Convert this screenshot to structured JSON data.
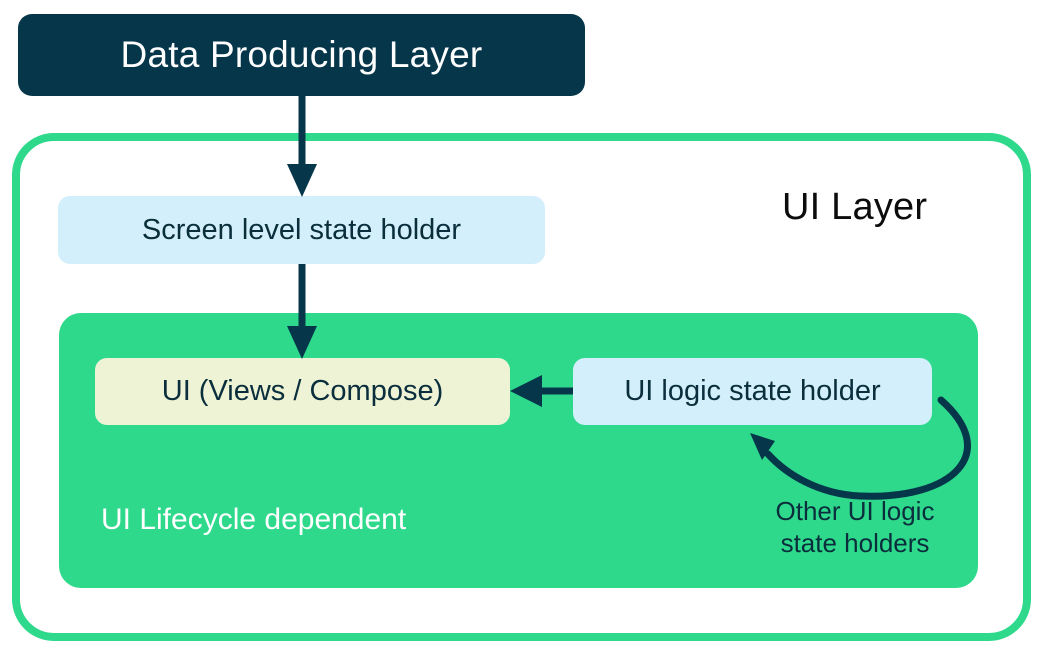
{
  "diagram": {
    "title": "Android UI Layer architecture",
    "colors": {
      "dark_navy": "#06364A",
      "green": "#2ED98C",
      "light_blue": "#D3EFFB",
      "cream": "#EEF3D6",
      "text_navy": "#0A2E3C",
      "white": "#FFFFFF",
      "background": "#FFFFFF"
    },
    "nodes": {
      "data_producing_layer": "Data Producing Layer",
      "ui_layer_title": "UI Layer",
      "screen_level_state_holder": "Screen level state holder",
      "ui_lifecycle_dependent": "UI Lifecycle dependent",
      "ui_views_compose": "UI (Views / Compose)",
      "ui_logic_state_holder": "UI logic state holder",
      "other_ui_logic_state_holders": "Other UI logic\nstate holders"
    },
    "connectors": [
      {
        "name": "data-producing-to-screen-state",
        "from": "Data Producing Layer",
        "to": "Screen level state holder",
        "style": "straight-down-arrow"
      },
      {
        "name": "screen-state-to-ui",
        "from": "Screen level state holder",
        "to": "UI (Views / Compose)",
        "style": "straight-down-arrow"
      },
      {
        "name": "ui-logic-to-ui",
        "from": "UI logic state holder",
        "to": "UI (Views / Compose)",
        "style": "straight-left-arrow"
      },
      {
        "name": "other-ui-logic-loop",
        "from": "UI logic state holder",
        "to": "UI logic state holder",
        "style": "curved-loop-arrow"
      }
    ]
  }
}
